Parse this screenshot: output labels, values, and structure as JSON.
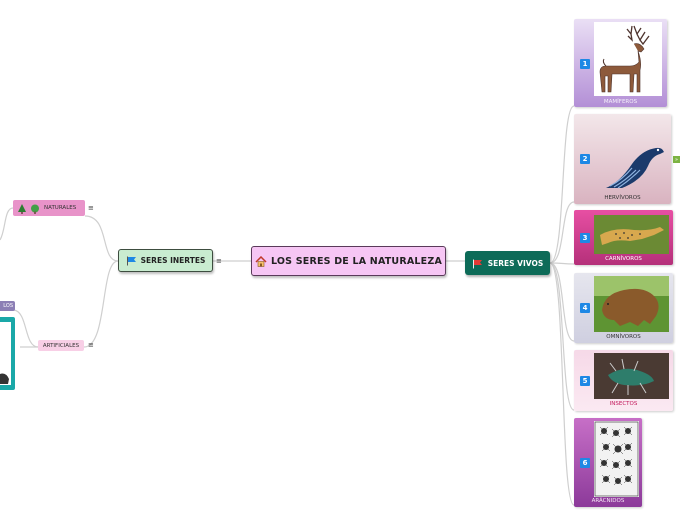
{
  "center": {
    "title": "LOS SERES DE LA NATURALEZA",
    "icon": "house-icon"
  },
  "inertes": {
    "title": "SERES INERTES",
    "icon": "blue-flag-icon"
  },
  "vivos": {
    "title": "SERES VIVOS",
    "icon": "red-flag-icon"
  },
  "naturales": {
    "label": "NATURALES"
  },
  "artificiales": {
    "label": "ARTIFICIALES"
  },
  "left_partial": {
    "label": "LOS"
  },
  "cards": [
    {
      "number": "1",
      "label": "MAMÍFEROS"
    },
    {
      "number": "2",
      "label": "HERVÍVOROS"
    },
    {
      "number": "3",
      "label": "CARNÍVOROS"
    },
    {
      "number": "4",
      "label": "OMNÍVOROS"
    },
    {
      "number": "5",
      "label": "INSECTOS"
    },
    {
      "number": "6",
      "label": "ARÁCNIDOS"
    }
  ],
  "colors": {
    "center_bg": "#f6c6f4",
    "inertes_bg": "#c9ecd0",
    "vivos_bg": "#0d6b58",
    "badge": "#1e88e5"
  }
}
